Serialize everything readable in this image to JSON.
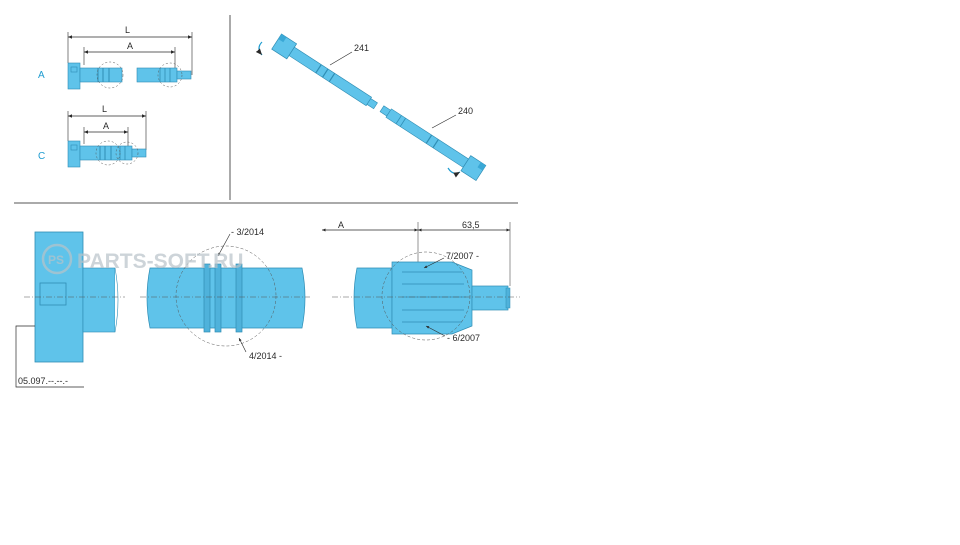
{
  "colors": {
    "part_fill": "#5fc3ea",
    "part_dark": "#2f8db4",
    "line": "#2a2a2a",
    "label_cyan": "#1f9cd0",
    "watermark": "#b9c3c9",
    "background": "#ffffff"
  },
  "icons": {
    "watermark_logo": "ps-circle-logo",
    "rotation_arrow": "curved-arrow"
  },
  "watermark": {
    "logo_text": "PS",
    "text": "PARTS-SOFT.RU"
  },
  "variants": {
    "a": {
      "label": "A",
      "dim_overall": "L",
      "dim_inner": "A"
    },
    "c": {
      "label": "C",
      "dim_overall": "L",
      "dim_inner": "A"
    }
  },
  "callouts": {
    "part_241": "241",
    "part_240": "240"
  },
  "details": {
    "clamp_ref": "05.097.--.--.-",
    "groove_top": "- 3/2014",
    "groove_bottom": "4/2014 -",
    "spline_dim_a": "A",
    "spline_dim_len": "63,5",
    "spline_top": "7/2007 -",
    "spline_bottom": "- 6/2007"
  }
}
